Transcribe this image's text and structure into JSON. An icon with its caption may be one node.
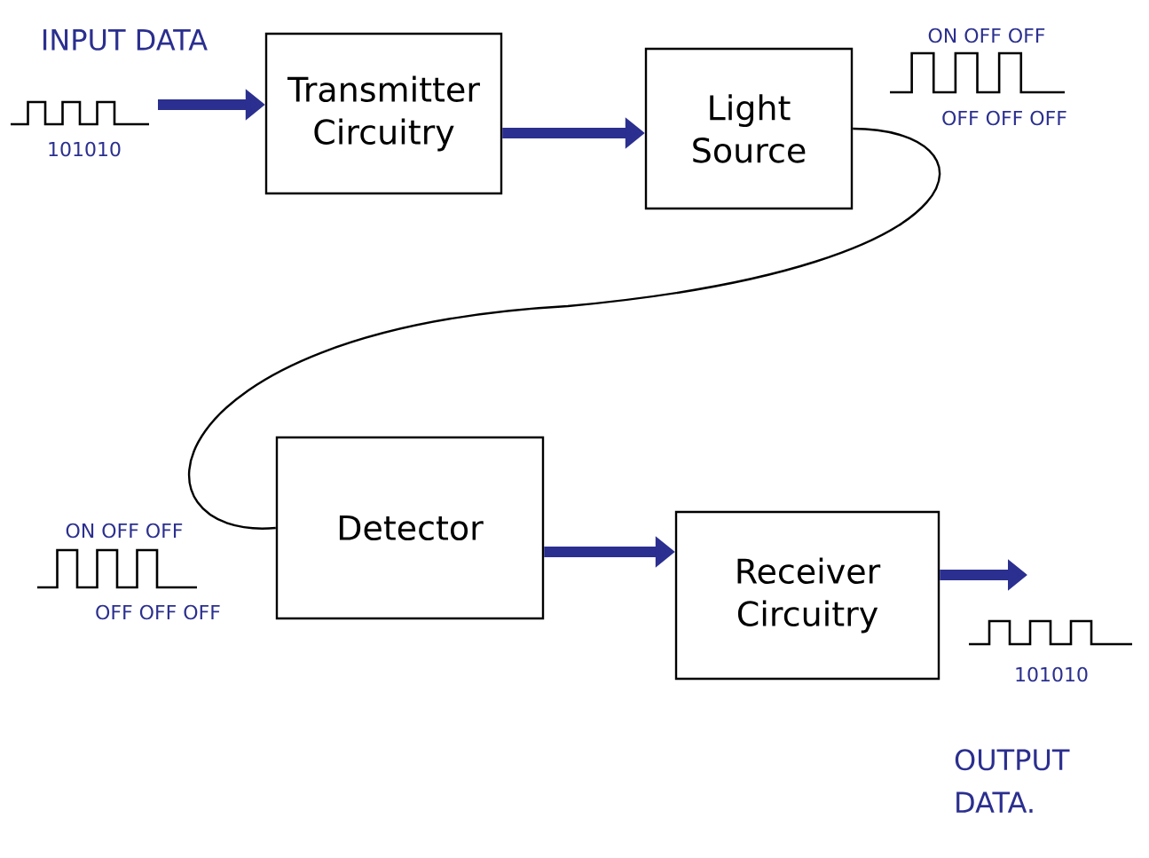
{
  "diagram": {
    "nodes": [
      {
        "text": [
          "Transmitter Circuitry"
        ]
      },
      {
        "text": [
          "Light Source"
        ]
      },
      {
        "text": [
          "Detector"
        ]
      },
      {
        "text": [
          "Receiver Circuitry"
        ]
      }
    ],
    "edges": [
      {
        "from": null,
        "to": 0,
        "arrow": "to"
      },
      {
        "from": 0,
        "to": 1,
        "arrow": "to"
      },
      {
        "from": 1,
        "to": 2,
        "arrow": "none",
        "color": "#000000"
      },
      {
        "from": 2,
        "to": 3,
        "arrow": "to"
      },
      {
        "from": 3,
        "to": null,
        "arrow": "to"
      }
    ],
    "labels": [
      "INPUT DATA",
      "101010",
      "ON OFF OFF",
      "OFF OFF OFF",
      "ON OFF OFF",
      "OFF OFF OFF",
      "101010",
      "OUTPUT DATA."
    ]
  }
}
